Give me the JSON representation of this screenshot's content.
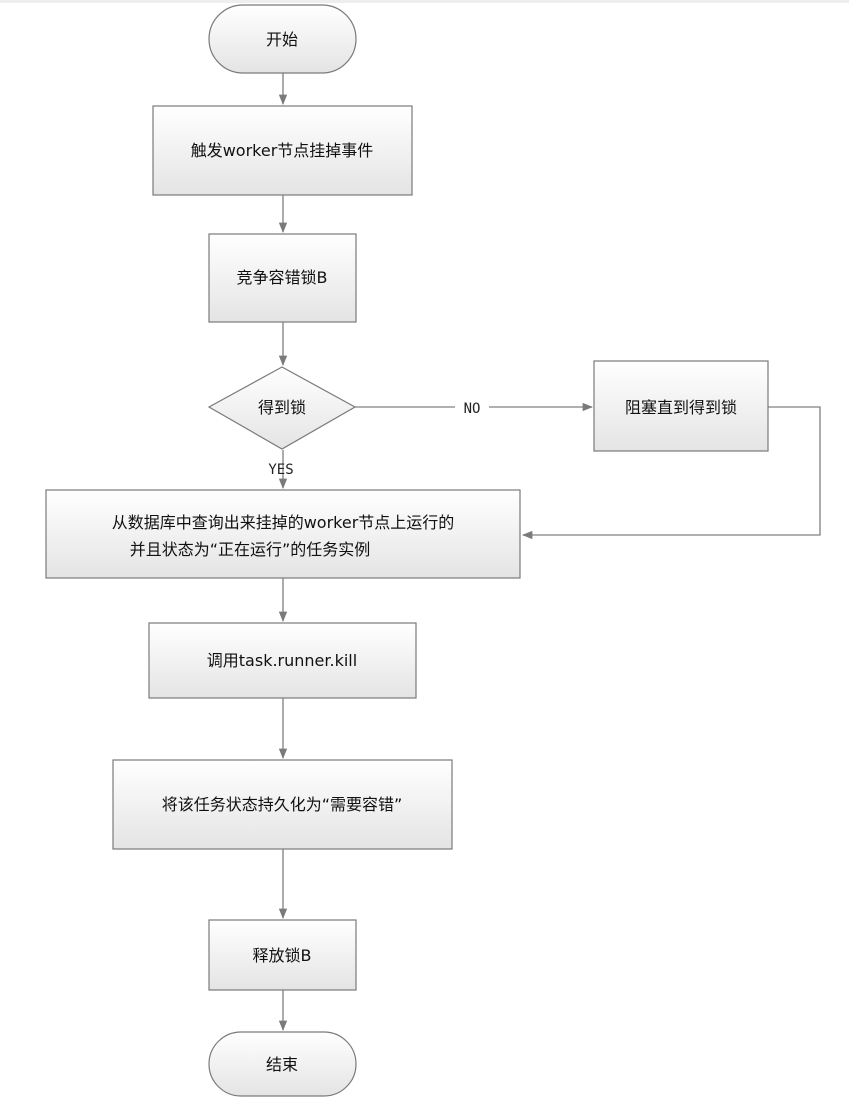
{
  "nodes": {
    "start": {
      "label": "开始",
      "shape": "terminator"
    },
    "trigger": {
      "label": "触发worker节点挂掉事件",
      "shape": "process"
    },
    "compete": {
      "label": "竞争容错锁B",
      "shape": "process"
    },
    "got_lock": {
      "label": "得到锁",
      "shape": "decision"
    },
    "block": {
      "label": "阻塞直到得到锁",
      "shape": "process"
    },
    "query": {
      "line1": "从数据库中查询出来挂掉的worker节点上运行的",
      "line2": "并且状态为“正在运行”的任务实例",
      "shape": "process"
    },
    "kill": {
      "label": "调用task.runner.kill",
      "shape": "process"
    },
    "persist": {
      "label": "将该任务状态持久化为“需要容错”",
      "shape": "process"
    },
    "release": {
      "label": "释放锁B",
      "shape": "process"
    },
    "end": {
      "label": "结束",
      "shape": "terminator"
    }
  },
  "edges": {
    "no_label": "NO",
    "yes_label": "YES"
  },
  "colors": {
    "fill_top": "#ffffff",
    "fill_bottom": "#e6e6e6",
    "stroke": "#7a7a7a",
    "connector": "#808080"
  }
}
